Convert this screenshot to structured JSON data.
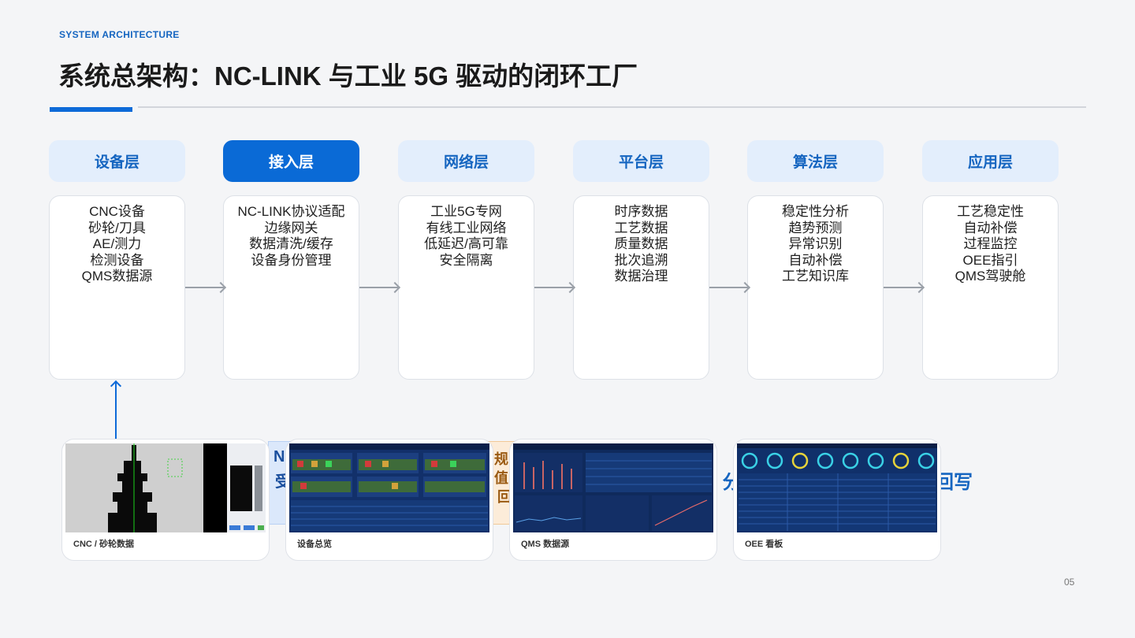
{
  "header": {
    "eyebrow": "SYSTEM ARCHITECTURE",
    "title": "系统总架构：NC-LINK 与工业 5G 驱动的闭环工厂"
  },
  "layers": [
    {
      "name": "设备层",
      "active": false,
      "items": [
        "CNC设备",
        "砂轮/刀具",
        "AE/测力",
        "检测设备",
        "QMS数据源"
      ]
    },
    {
      "name": "接入层",
      "active": true,
      "items": [
        "NC-LINK协议适配",
        "边缘网关",
        "数据清洗/缓存",
        "设备身份管理"
      ]
    },
    {
      "name": "网络层",
      "active": false,
      "items": [
        "工业5G专网",
        "有线工业网络",
        "低延迟/高可靠",
        "安全隔离"
      ]
    },
    {
      "name": "平台层",
      "active": false,
      "items": [
        "时序数据",
        "工艺数据",
        "质量数据",
        "批次追溯",
        "数据治理"
      ]
    },
    {
      "name": "算法层",
      "active": false,
      "items": [
        "稳定性分析",
        "趋势预测",
        "异常识别",
        "自动补偿",
        "工艺知识库"
      ]
    },
    {
      "name": "应用层",
      "active": false,
      "items": [
        "工艺稳定性",
        "自动补偿",
        "过程监控",
        "OEE指引",
        "QMS驾驶舱"
      ]
    }
  ],
  "background_fragments": {
    "panel_a": [
      "N",
      "受"
    ],
    "panel_b": [
      "规",
      "值",
      "/ 回"
    ],
    "text_c": "· 分",
    "text_d": "回写"
  },
  "screenshots": [
    {
      "caption": "CNC / 砂轮数据"
    },
    {
      "caption": "设备总览"
    },
    {
      "caption": "QMS 数据源"
    },
    {
      "caption": "OEE 看板"
    }
  ],
  "page_number": "05",
  "colors": {
    "accent": "#0a6ad6",
    "layer_head_bg": "#e3eefc",
    "layer_head_text": "#1565c0",
    "background": "#f4f5f7",
    "dashboard_bg": "#0f2a5c"
  }
}
